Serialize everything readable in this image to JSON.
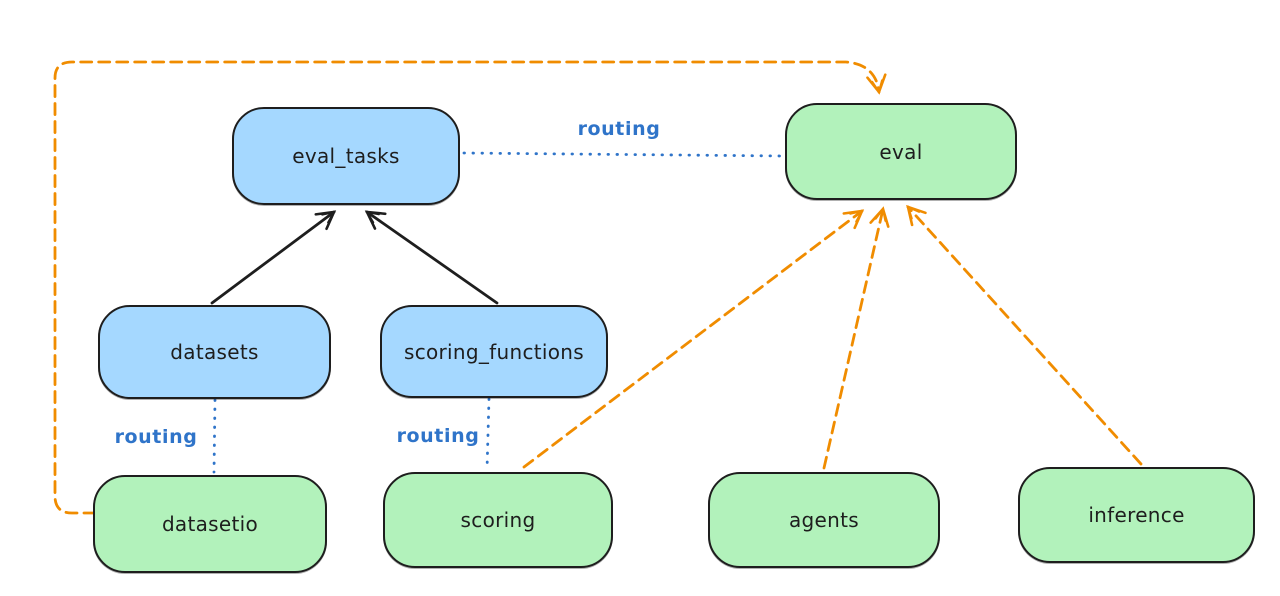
{
  "palette": {
    "background": "#ffffff",
    "blue_fill": "#a5d8ff",
    "green_fill": "#b2f2bb",
    "node_stroke": "#1e1e1e",
    "solid_arrow": "#1e1e1e",
    "routing_blue": "#2f74c9",
    "orange_dashed": "#f08c00"
  },
  "nodes": [
    {
      "id": "eval_tasks",
      "label": "eval_tasks",
      "kind": "registry-blue"
    },
    {
      "id": "eval",
      "label": "eval",
      "kind": "api-green"
    },
    {
      "id": "datasets",
      "label": "datasets",
      "kind": "registry-blue"
    },
    {
      "id": "scoring_functions",
      "label": "scoring_functions",
      "kind": "registry-blue"
    },
    {
      "id": "datasetio",
      "label": "datasetio",
      "kind": "api-green"
    },
    {
      "id": "scoring",
      "label": "scoring",
      "kind": "api-green"
    },
    {
      "id": "agents",
      "label": "agents",
      "kind": "api-green"
    },
    {
      "id": "inference",
      "label": "inference",
      "kind": "api-green"
    }
  ],
  "edge_labels": [
    {
      "id": "routing-eval-tasks-to-eval",
      "label": "routing"
    },
    {
      "id": "routing-datasets-to-datasetio",
      "label": "routing"
    },
    {
      "id": "routing-scoring-fns-to-scoring",
      "label": "routing"
    }
  ],
  "edges": [
    {
      "from": "datasets",
      "to": "eval_tasks",
      "style": "solid-arrow",
      "color": "#1e1e1e"
    },
    {
      "from": "scoring_functions",
      "to": "eval_tasks",
      "style": "solid-arrow",
      "color": "#1e1e1e"
    },
    {
      "from": "eval_tasks",
      "to": "eval",
      "style": "dotted",
      "color": "#2f74c9",
      "label": "routing"
    },
    {
      "from": "datasets",
      "to": "datasetio",
      "style": "dotted",
      "color": "#2f74c9",
      "label": "routing"
    },
    {
      "from": "scoring_functions",
      "to": "scoring",
      "style": "dotted",
      "color": "#2f74c9",
      "label": "routing"
    },
    {
      "from": "datasetio",
      "to": "eval",
      "style": "dashed-arrow",
      "color": "#f08c00",
      "route": "around-left-and-top"
    },
    {
      "from": "scoring",
      "to": "eval",
      "style": "dashed-arrow",
      "color": "#f08c00"
    },
    {
      "from": "agents",
      "to": "eval",
      "style": "dashed-arrow",
      "color": "#f08c00"
    },
    {
      "from": "inference",
      "to": "eval",
      "style": "dashed-arrow",
      "color": "#f08c00"
    }
  ]
}
